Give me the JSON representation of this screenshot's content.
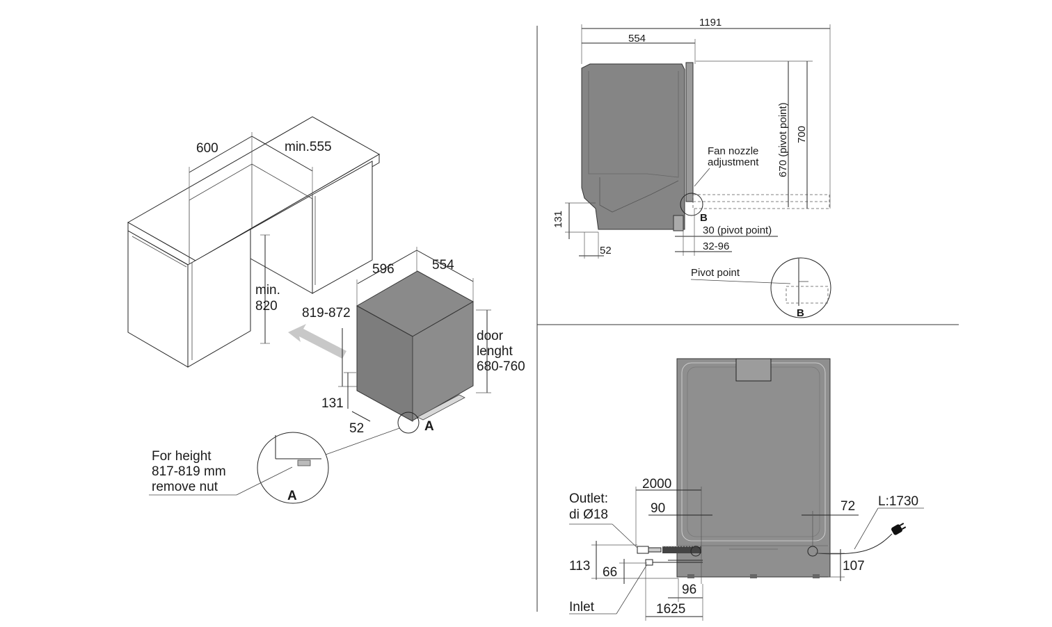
{
  "labels": {
    "iso": {
      "w600": "600",
      "min555": "min.555",
      "min": "min.",
      "h820": "820",
      "h819_872": "819-872",
      "w596": "596",
      "d554": "554",
      "door1": "door",
      "door2": "lenght",
      "door3": "680-760",
      "h131": "131",
      "d52": "52",
      "markA": "A",
      "note1": "For height",
      "note2": "817-819 mm",
      "note3": "remove nut",
      "detailA": "A"
    },
    "side": {
      "w1191": "1191",
      "w554": "554",
      "h670": "670 (pivot point)",
      "h700": "700",
      "fan1": "Fan nozzle",
      "fan2": "adjustment",
      "markB": "B",
      "h131": "131",
      "d52": "52",
      "p30": "30 (pivot point)",
      "p32_96": "32-96",
      "pivot": "Pivot point",
      "detailB": "B"
    },
    "front": {
      "outlet1": "Outlet:",
      "outlet2": "di Ø18",
      "l2000": "2000",
      "d90": "90",
      "d72": "72",
      "cable": "L:1730",
      "h113": "113",
      "h66": "66",
      "h107": "107",
      "d96": "96",
      "inlet": "Inlet",
      "l1625": "1625"
    }
  },
  "colors": {
    "appliance": "#858585",
    "line": "#222222",
    "background": "#ffffff"
  }
}
